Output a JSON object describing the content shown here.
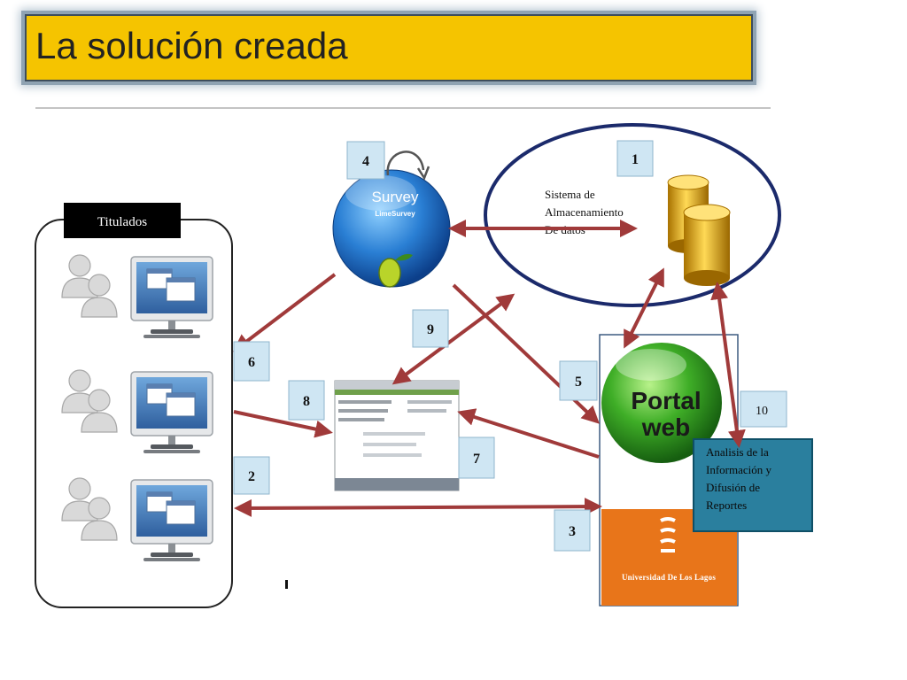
{
  "title": "La solución creada",
  "titulados_label": "Titulados",
  "survey": {
    "name": "Survey",
    "sub": "LimeSurvey"
  },
  "storage": {
    "lines": [
      "Sistema de",
      "Almacenamiento",
      "De datos"
    ]
  },
  "portal": {
    "line1": "Portal",
    "line2": "web"
  },
  "analysis": {
    "lines": [
      "Analisis de la",
      "Información y",
      "Difusión de",
      "Reportes"
    ]
  },
  "university": {
    "name": "Universidad De Los Lagos"
  },
  "steps": [
    "1",
    "2",
    "3",
    "4",
    "5",
    "6",
    "7",
    "8",
    "9",
    "10"
  ],
  "colors": {
    "title_bg": "#f5c400",
    "arrow": "#a03a3a",
    "badge_bg": "#cfe6f3",
    "ellipse": "#1b2a6b",
    "university_orange": "#e8751a",
    "analysis_bg": "#2a7f9e"
  },
  "icons": [
    "user-group-icon",
    "monitor-icon",
    "survey-globe-icon",
    "database-icon",
    "portal-globe-icon",
    "browser-screenshot-icon",
    "university-logo-icon"
  ]
}
